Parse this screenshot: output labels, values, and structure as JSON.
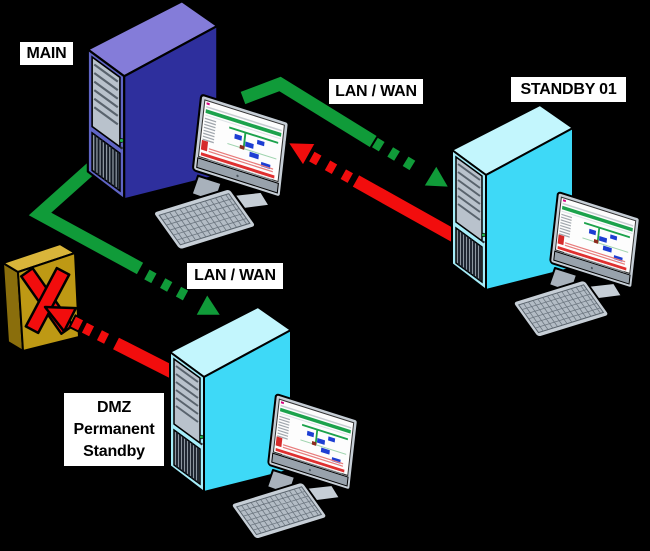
{
  "diagram": {
    "background_color": "#000000",
    "nodes": {
      "main": {
        "label": "MAIN",
        "tower_color": "#6065C6",
        "icon": "workstation-tower-monitor-keyboard-icon"
      },
      "standby01": {
        "label": "STANDBY 01",
        "tower_color": "#3ED9F7",
        "icon": "workstation-tower-monitor-keyboard-icon"
      },
      "dmz": {
        "label": "DMZ\nPermanent\nStandby",
        "tower_color": "#3ED9F7",
        "icon": "workstation-tower-monitor-keyboard-icon"
      }
    },
    "links": {
      "lan_wan_top": {
        "label": "LAN / WAN",
        "green_arrow": "main-to-standby01",
        "red_arrow": "standby01-to-main"
      },
      "lan_wan_bottom": {
        "label": "LAN / WAN",
        "green_arrow": "main-to-dmz",
        "red_arrow": "dmz-to-blocked-firewall"
      }
    },
    "firewall": {
      "icon": "blocked-connection-icon",
      "block_color": "#BE9914",
      "cross_color": "#F20D0D"
    },
    "colors": {
      "arrow_green": "#109B39",
      "arrow_red": "#F20D0D",
      "tower_blue_front": "#6065C6",
      "tower_blue_side": "#2E2F9D",
      "tower_blue_top": "#847CD9",
      "tower_cyan_front": "#A6EDF9",
      "tower_cyan_side": "#3ED9F7",
      "tower_cyan_top": "#C3F6FD",
      "gold_front": "#BE9914",
      "label_bg": "#FFFFFF",
      "label_text": "#000000"
    }
  }
}
